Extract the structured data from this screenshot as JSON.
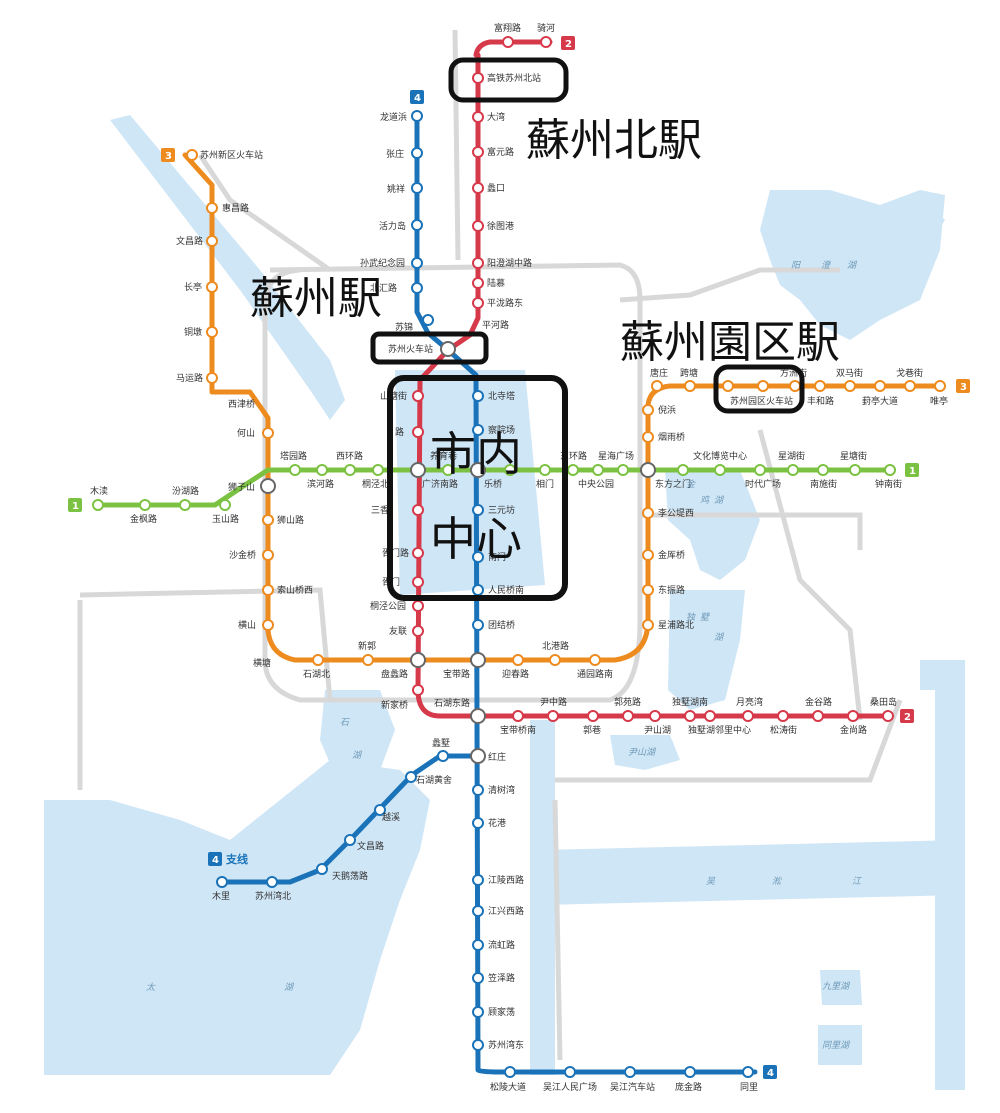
{
  "colors": {
    "line1": "#7cc242",
    "line2": "#d6394a",
    "line3": "#ee8b1e",
    "line4": "#1a73b8",
    "water": "#cfe6f6",
    "road": "#d8d8d8",
    "annotation": "#111111"
  },
  "annotations": {
    "north_station": "蘇州北駅",
    "suzhou_station": "蘇州駅",
    "park_station": "蘇州園区駅",
    "city_center_1": "市内",
    "city_center_2": "中心"
  },
  "badges": {
    "line1": "1",
    "line2": "2",
    "line3": "3",
    "line4": "4",
    "branch_suffix": "支线"
  },
  "water_labels": {
    "yangcheng_1": "阳",
    "yangcheng_2": "澄",
    "yangcheng_3": "湖",
    "jinji_1": "金",
    "jinji_2": "鸡",
    "jinji_3": "湖",
    "dushu_1": "独",
    "dushu_2": "墅",
    "dushu_3": "湖",
    "shi_1": "石",
    "shi_2": "湖",
    "yinshan": "尹山湖",
    "tai_1": "太",
    "tai_2": "湖",
    "wusong_1": "吴",
    "wusong_2": "淞",
    "wusong_3": "江",
    "jiuli": "九里湖",
    "tongli": "同里湖"
  },
  "stations": {
    "l2_fuxiang": "富翔路",
    "l2_qihe": "骑河",
    "l2_gtnorth": "高铁苏州北站",
    "l2_dawan": "大湾",
    "l2_fuyuan": "富元路",
    "l2_likou": "蠡口",
    "l2_xuyuan": "徐图港",
    "l2_yangchengzhong": "阳澄湖中路",
    "l2_lumu": "陆慕",
    "l2_pinglong": "平泷路东",
    "l2_pinghe": "平河路",
    "l2_shantang": "山塘街",
    "l2_road2": "路",
    "l2_sanxiang": "三香",
    "l2_xumen": "胥门路",
    "l2_xumen2": "胥门",
    "l2_tongjing": "桐泾公园",
    "l2_youlian": "友联",
    "l2_panli": "盘蠡路",
    "l2_xinjia": "新家桥",
    "l2_shihu": "石湖东路",
    "l2_baodai": "宝带桥南",
    "l2_yinzhong": "尹中路",
    "l2_guoxiang": "郭巷",
    "l2_guoyuan": "郭苑路",
    "l2_yinshanhu": "尹山湖",
    "l2_dshunan": "独墅湖南",
    "l2_dshuhuli": "独墅湖邻里中心",
    "l2_yueliang": "月亮湾",
    "l2_songtao": "松涛街",
    "l2_jingu": "金谷路",
    "l2_jinshang": "金尚路",
    "l2_sangtian": "桑田岛",
    "l4_longdao": "龙道浜",
    "l4_zhangzhuang": "张庄",
    "l4_yaoxiang": "姚祥",
    "l4_huolima": "活力岛",
    "l4_sunwu": "孙武纪念园",
    "l4_nanmen": "北汇路",
    "l4_sujin": "苏锦",
    "l4_station": "苏州火车站",
    "l4_beisita": "北寺塔",
    "l4_chaguan": "察院场",
    "l4_leqiao": "乐桥",
    "l4_sanyuanfang": "三元坊",
    "l4_nanmen2": "南门",
    "l4_renmin": "人民桥南",
    "l4_tuanjie": "团结桥",
    "l4_baodai": "宝带路",
    "l4_hongzhuang": "红庄",
    "l4_qingshu": "清树湾",
    "l4_huagang": "花港",
    "l4_jiangling": "江陵西路",
    "l4_jiangxing": "江兴西路",
    "l4_liuhong": "流虹路",
    "l4_liyang": "笠泽路",
    "l4_gujia": "顾家荡",
    "l4_suzhouwandong": "苏州湾东",
    "l4_songling": "松陵大道",
    "l4_wujiangrenmin": "吴江人民广场",
    "l4_wujiangqiche": "吴江汽车站",
    "l4_pangjin": "庞金路",
    "l4_tongli": "同里",
    "l4b_lixu": "蠡墅",
    "l4b_shihuhuang": "石湖黄舍",
    "l4b_yuexi": "越溪",
    "l4b_wenchang": "文昌路",
    "l4b_tiane": "天鹅荡路",
    "l4b_suzhouwanbei": "苏州湾北",
    "l4b_muli": "木里",
    "l3_xinqu": "苏州新区火车站",
    "l3_huichang": "惠昌路",
    "l3_wenchang": "文昌路",
    "l3_changting": "长亭",
    "l3_tongdun": "铜墩",
    "l3_mayun": "马运路",
    "l3_xijinqiao": "西津桥",
    "l3_heshan": "何山",
    "l3_shishan": "狮山路",
    "l3_shajin": "沙金桥",
    "l3_xushan": "索山桥西",
    "l3_hengshan": "横山",
    "l3_hengtang": "横塘",
    "l3_shihubei": "石湖北",
    "l3_xinguo": "新郭",
    "l3_baodai": "宝带路",
    "l3_yingchun": "迎春路",
    "l3_beigang": "北港路",
    "l3_tongyuan": "通园路南",
    "l3_tangzhuang": "唐庄",
    "l3_kuatang": "跨塘",
    "l3_nibin": "倪浜",
    "l3_yanyu": "烟雨桥",
    "l3_parkstation": "苏州园区火车站",
    "l3_fangzhou": "方洲街",
    "l3_fenghe": "丰和路",
    "l3_shuangma": "双马街",
    "l3_xiangting": "葑亭大道",
    "l3_gexiang": "戈巷街",
    "l3_weiting": "唯亭",
    "l3_ligongdi": "李公堤西",
    "l3_jinfeng": "金厍桥",
    "l3_dongyuan": "东振路",
    "l3_jingpu": "星浦路北",
    "l3_dongfang": "东方之门",
    "l1_mudu": "木渎",
    "l1_jinfeng": "金枫路",
    "l1_fenhu": "汾湖路",
    "l1_yushan": "玉山路",
    "l1_shizishan": "狮子山",
    "l1_tahuan": "塔园路",
    "l1_binhe": "滨河路",
    "l1_xihuan": "西环路",
    "l1_tongjingbei": "桐泾北",
    "l1_guangji": "广济南路",
    "l1_yangjia": "养育巷",
    "l1_lxiang": "乐桥",
    "l1_xiangmen": "相门",
    "l1_dongpoh": "东环路",
    "l1_zhongyang": "中央公园",
    "l1_xinghai": "星海广场",
    "l1_bowuguan": "文化博览中心",
    "l1_shidai": "时代广场",
    "l1_xinghu": "星湖街",
    "l1_nanshi": "南施街",
    "l1_xingtang": "星塘街",
    "l1_zhongnan": "钟南街"
  }
}
